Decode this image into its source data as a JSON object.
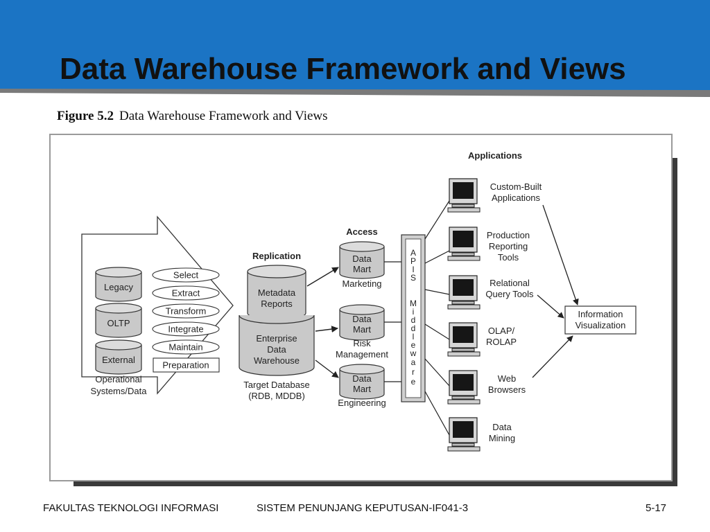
{
  "slide": {
    "title": "Data Warehouse Framework and Views",
    "footer_left": "FAKULTAS TEKNOLOGI INFORMASI",
    "footer_center": "SISTEM PENUNJANG KEPUTUSAN-IF041-3",
    "footer_right": "5-17",
    "accent_color": "#1b74c4"
  },
  "figure": {
    "caption_number": "Figure 5.2",
    "caption_text": "Data Warehouse Framework and Views",
    "sources": {
      "label_line1": "Operational",
      "label_line2": "Systems/Data",
      "items": [
        "Legacy",
        "OLTP",
        "External"
      ]
    },
    "etl_steps": [
      "Select",
      "Extract",
      "Transform",
      "Integrate",
      "Maintain",
      "Preparation"
    ],
    "replication": {
      "heading": "Replication",
      "metadata_line1": "Metadata",
      "metadata_line2": "Reports",
      "warehouse_line1": "Enterprise",
      "warehouse_line2": "Data",
      "warehouse_line3": "Warehouse",
      "target_line1": "Target Database",
      "target_line2": "(RDB, MDDB)"
    },
    "access": {
      "heading": "Access",
      "marts": [
        {
          "line1": "Data",
          "line2": "Mart",
          "sub1": "Marketing",
          "sub2": ""
        },
        {
          "line1": "Data",
          "line2": "Mart",
          "sub1": "Risk",
          "sub2": "Management"
        },
        {
          "line1": "Data",
          "line2": "Mart",
          "sub1": "Engineering",
          "sub2": ""
        }
      ]
    },
    "middleware": {
      "top_letters": [
        "A",
        "P",
        "I",
        "S"
      ],
      "bottom_letters": [
        "M",
        "i",
        "d",
        "d",
        "l",
        "e",
        "w",
        "a",
        "r",
        "e"
      ]
    },
    "applications": {
      "heading": "Applications",
      "items": [
        {
          "line1": "Custom-Built",
          "line2": "Applications",
          "line3": ""
        },
        {
          "line1": "Production",
          "line2": "Reporting",
          "line3": "Tools"
        },
        {
          "line1": "Relational",
          "line2": "Query Tools",
          "line3": ""
        },
        {
          "line1": "OLAP/",
          "line2": "ROLAP",
          "line3": ""
        },
        {
          "line1": "Web",
          "line2": "Browsers",
          "line3": ""
        },
        {
          "line1": "Data",
          "line2": "Mining",
          "line3": ""
        }
      ]
    },
    "visualization": {
      "line1": "Information",
      "line2": "Visualization"
    }
  }
}
